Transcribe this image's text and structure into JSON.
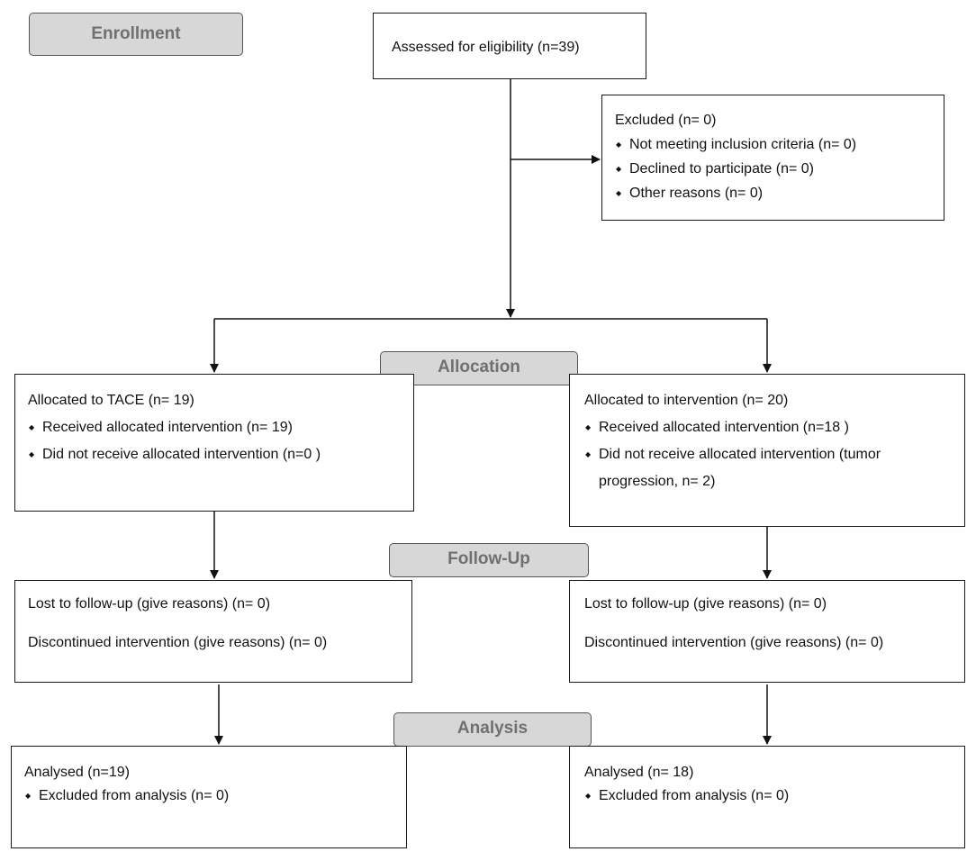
{
  "stages": {
    "enrollment": "Enrollment",
    "allocation": "Allocation",
    "follow_up": "Follow-Up",
    "analysis": "Analysis"
  },
  "assessed": "Assessed for eligibility (n=39)",
  "excluded": {
    "title": "Excluded (n= 0)",
    "items": [
      "Not meeting inclusion criteria (n= 0)",
      "Declined to participate (n= 0)",
      "Other reasons (n= 0)"
    ]
  },
  "allocation": {
    "left": {
      "title": "Allocated to TACE (n= 19)",
      "items": [
        "Received allocated intervention (n= 19)",
        "Did not receive allocated intervention (n=0 )"
      ]
    },
    "right": {
      "title": "Allocated to intervention (n= 20)",
      "items": [
        "Received allocated intervention (n=18 )",
        "Did not receive allocated intervention (tumor progression, n= 2)"
      ]
    }
  },
  "follow_up": {
    "left": {
      "lost": "Lost to follow-up (give reasons) (n= 0)",
      "discontinued": "Discontinued intervention (give reasons) (n= 0)"
    },
    "right": {
      "lost": "Lost to follow-up (give reasons) (n= 0)",
      "discontinued": "Discontinued intervention (give reasons) (n= 0)"
    }
  },
  "analysis": {
    "left": {
      "title": "Analysed (n=19)",
      "items": [
        "Excluded from analysis (n= 0)"
      ]
    },
    "right": {
      "title": "Analysed (n= 18)",
      "items": [
        "Excluded from analysis (n= 0)"
      ]
    }
  }
}
